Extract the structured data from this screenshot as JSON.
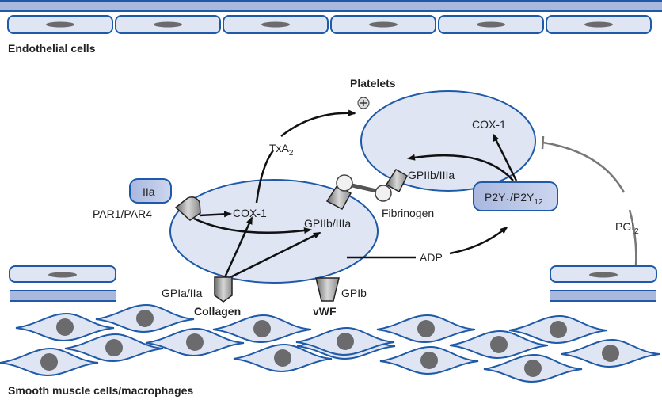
{
  "labels": {
    "endothelial": "Endothelial cells",
    "smooth_muscle": "Smooth muscle cells/macrophages",
    "platelets": "Platelets",
    "plus_sign": "+",
    "iia": "IIa",
    "par": "PAR1/PAR4",
    "cox1_left": "COX-1",
    "cox1_right": "COX-1",
    "gp2b3a_left": "GPIIb/IIIa",
    "gp2b3a_right": "GPIIb/IIIa",
    "fibrinogen": "Fibrinogen",
    "txa_main": "TxA",
    "txa_sub": "2",
    "adp": "ADP",
    "p2y_a": "P2Y",
    "p2y_a_sub": "1",
    "p2y_b": "/P2Y",
    "p2y_b_sub": "12",
    "pgi_main": "PGI",
    "pgi_sub": "2",
    "gp1a2a": "GPIa/IIa",
    "gp1b": "GPIb",
    "collagen": "Collagen",
    "vwf": "vWF"
  },
  "colors": {
    "cell_fill": "#dfe5f3",
    "cell_stroke": "#1e5aa8",
    "membrane_band": "#aab8de",
    "nucleus": "#6b6b6e",
    "receptor_box": "#b4c1e3",
    "arrow": "#111111",
    "inhibit_arrow": "#777777"
  }
}
